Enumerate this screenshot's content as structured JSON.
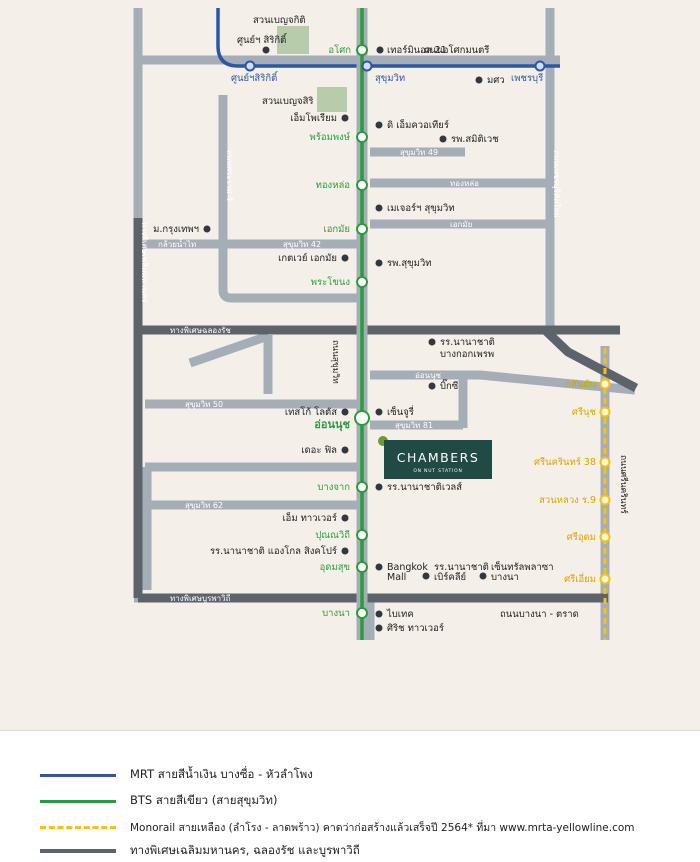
{
  "colors": {
    "background": "#f4efe8",
    "road": "#a5adb6",
    "expressway": "#5c636b",
    "mrt": "#2d56a4",
    "bts": "#2e9a3e",
    "monorail": "#f2c21a",
    "park": "#b7ccaa",
    "chambers_box": "#204a44",
    "bts_label": "#2e9a3e",
    "mrt_label": "#2d56a4",
    "monorail_label": "#d9a400"
  },
  "brand": {
    "name": "CHAMBERS",
    "sub": "ON NUT STATION"
  },
  "parks": [
    "สวนเบญจกิติ",
    "สวนเบญจสิริ"
  ],
  "mrt_stations": [
    "ศูนย์ฯสิริกิติ์",
    "สุขุมวิท",
    "เพชรบุรี"
  ],
  "bts_stations": [
    "อโศก",
    "พร้อมพงษ์",
    "ทองหล่อ",
    "เอกมัย",
    "พระโขนง",
    "อ่อนนุช",
    "บางจาก",
    "ปุณณวิถี",
    "อุดมสุข",
    "บางนา"
  ],
  "monorail_stations": [
    "กลันตัน",
    "ศรีนุช",
    "ศรีนครินทร์ 38",
    "สวนหลวง ร.9",
    "ศรีอุดม",
    "ศรีเอี่ยม"
  ],
  "landmarks": [
    "ศูนย์ฯ สิริกิติ์",
    "เทอร์มินอล 21",
    "มศว",
    "เอ็มโพเรียม",
    "ดิ เอ็มควอเทียร์",
    "รพ.สมิติเวช",
    "เมเจอร์ฯ สุขุมวิท",
    "ม.กรุงเทพฯ",
    "เกตเวย์ เอกมัย",
    "รพ.สุขุมวิท",
    "รร.นานาชาติ",
    "บางกอกเพรพ",
    "บิ๊กซี",
    "เทสโก้ โลตัส",
    "เซ็นจูรี่",
    "เดอะ ฟิล",
    "รร.นานาชาติเวลส์",
    "เอ็ม ทาวเวอร์",
    "รร.นานาชาติ แองโกล สิงคโปร์",
    "Bangkok",
    "Mall",
    "รร.นานาชาติ",
    "เบิร์คลีย์",
    "เซ็นทรัลพลาซา",
    "บางนา",
    "ไบเทค",
    "ศิริช ทาวเวอร์"
  ],
  "roads": [
    "ถนนอโศกมนตรี",
    "สุขุมวิท 49",
    "ทองหล่อ",
    "เอกมัย",
    "ถนนพระราม 4",
    "ถนนเพชรบุรีตัดใหม่",
    "กล้วยน้ำไท",
    "สุขุมวิท 42",
    "ทางพิเศษเฉลิมมหานคร",
    "ทางพิเศษฉลองรัช",
    "ถนนสุขุมวิท",
    "อ่อนนุช",
    "สุขุมวิท 50",
    "สุขุมวิท 81",
    "สุขุมวิท 62",
    "ทางพิเศษบูรพาวิถี",
    "ถนนบางนา - ตราด",
    "ถนนศรีนครินทร์"
  ],
  "legend": [
    {
      "label": "MRT สายสีน้ำเงิน บางซื่อ - หัวลำโพง"
    },
    {
      "label": "BTS สายสีเขียว (สายสุขุมวิท)"
    },
    {
      "label": "Monorail สายเหลือง (ลำโรง - ลาดพร้าว) คาดว่าก่อสร้างแล้วเสร็จปี 2564* ที่มา www.mrta-yellowline.com"
    },
    {
      "label": "ทางพิเศษเฉลิมมหานคร, ฉลองรัช และบูรพาวิถี"
    }
  ]
}
